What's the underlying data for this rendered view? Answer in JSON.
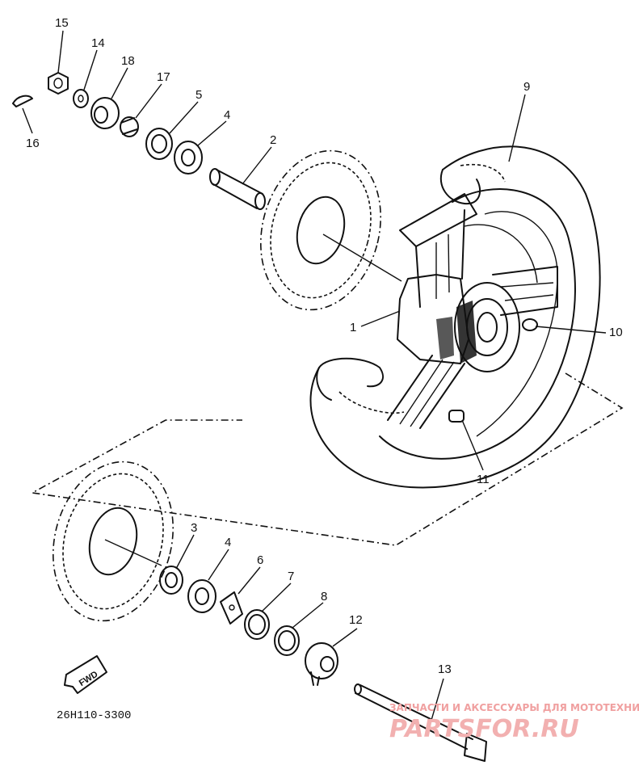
{
  "diagram_code": "26H110-3300",
  "direction_label": "FWD",
  "watermark": {
    "line1": "ЗАПЧАСТИ И АКСЕССУАРЫ ДЛЯ МОТОТЕХНИКИ",
    "line2": "PARTSFOR.RU"
  },
  "callouts": [
    "15",
    "14",
    "18",
    "17",
    "5",
    "4",
    "2",
    "9",
    "16",
    "1",
    "10",
    "11",
    "3",
    "4",
    "6",
    "7",
    "8",
    "12",
    "13"
  ]
}
